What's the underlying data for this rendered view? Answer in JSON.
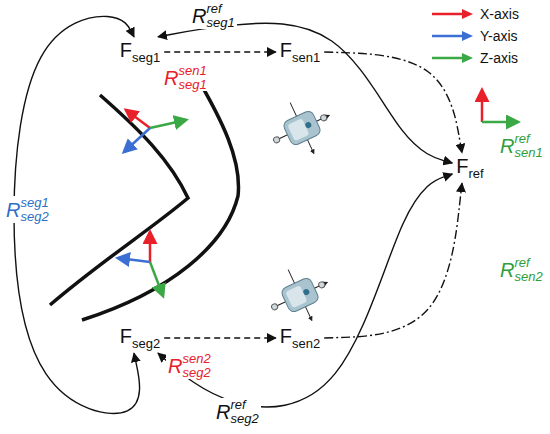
{
  "diagram": {
    "nodes": [
      {
        "text": [
          "Fseg1"
        ]
      },
      {
        "text": [
          "Fsen1"
        ]
      },
      {
        "text": [
          "Fref"
        ]
      },
      {
        "text": [
          "Fseg2"
        ]
      },
      {
        "text": [
          "Fsen2"
        ]
      }
    ],
    "edges": [
      {
        "from": 0,
        "to": 1,
        "arrow": "to",
        "label": "R sen1 seg1"
      },
      {
        "from": 3,
        "to": 4,
        "arrow": "to",
        "label": "R sen2 seg2"
      },
      {
        "from": 1,
        "to": 2,
        "arrow": "to",
        "label": "R ref sen1"
      },
      {
        "from": 4,
        "to": 2,
        "arrow": "to",
        "label": "R ref sen2"
      },
      {
        "from": 3,
        "to": 0,
        "arrow": "both",
        "label": "R seg1 seg2"
      },
      {
        "from": 0,
        "to": 2,
        "arrow": "both",
        "label": "R ref seg1"
      },
      {
        "from": 3,
        "to": 2,
        "arrow": "both",
        "label": "R ref seg2"
      }
    ],
    "legend": [
      {
        "text": "X-axis",
        "color": "#e8202a"
      },
      {
        "text": "Y-axis",
        "color": "#3b6fd4"
      },
      {
        "text": "Z-axis",
        "color": "#3aa845"
      }
    ]
  }
}
